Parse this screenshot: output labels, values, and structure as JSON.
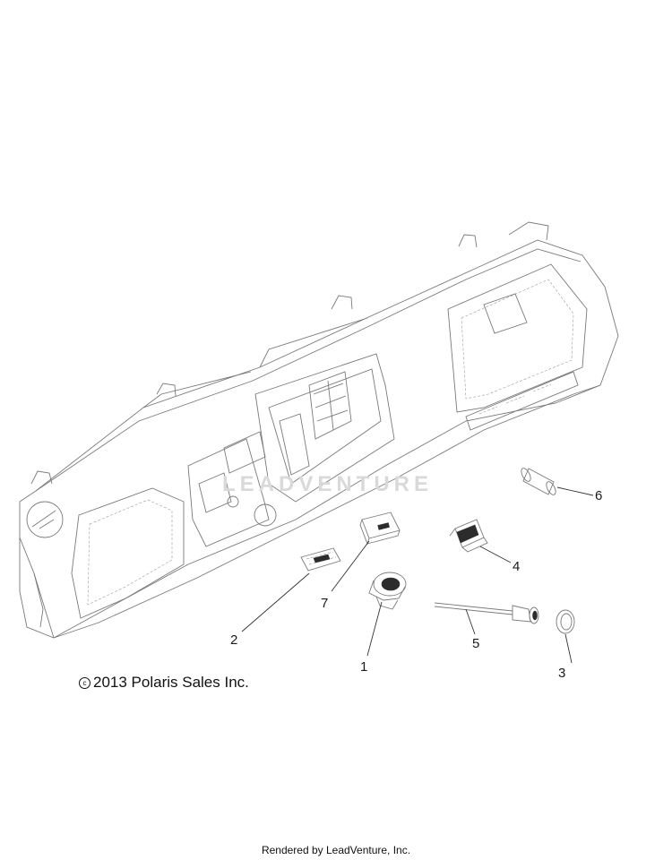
{
  "callouts": [
    {
      "label": "1"
    },
    {
      "label": "2"
    },
    {
      "label": "3"
    },
    {
      "label": "4"
    },
    {
      "label": "5"
    },
    {
      "label": "6"
    },
    {
      "label": "7"
    }
  ],
  "watermark": "LEADVENTURE",
  "copyright": "2013 Polaris Sales Inc.",
  "copyright_symbol": "c",
  "footer": "Rendered by LeadVenture, Inc."
}
